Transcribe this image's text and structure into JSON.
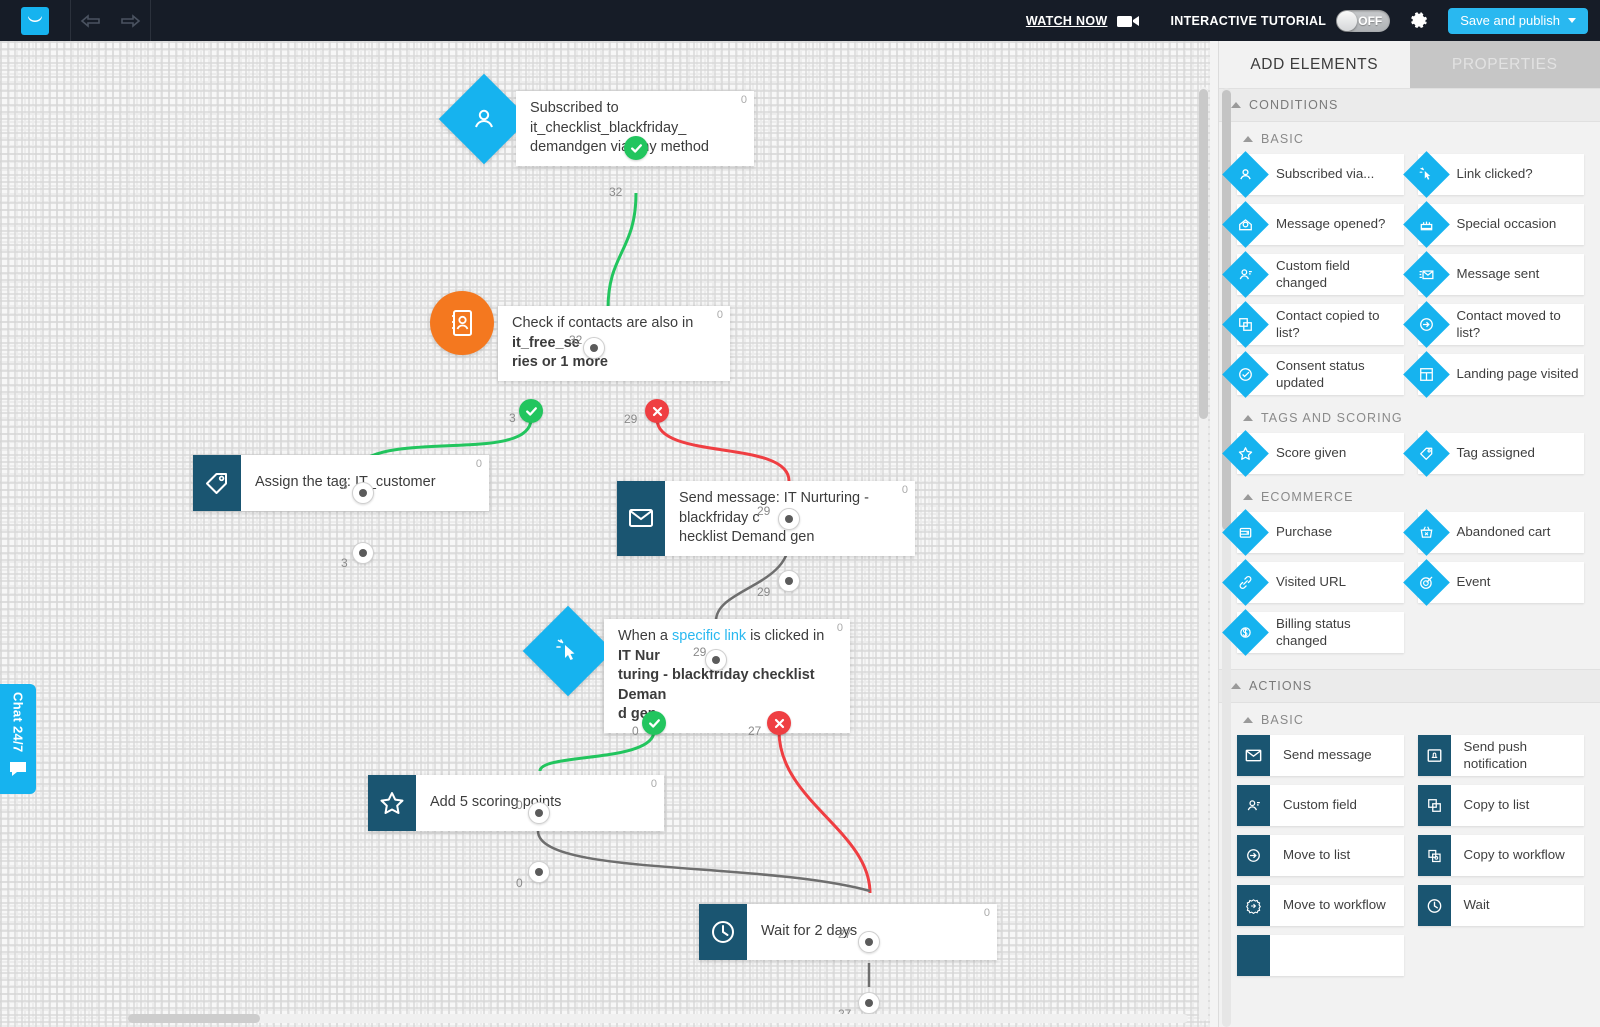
{
  "topbar": {
    "logo_name": "getresponse-logo",
    "back_icon": "arrow-left-icon",
    "forward_icon": "arrow-right-icon",
    "watch_now": "WATCH NOW",
    "video_icon": "video-camera-icon",
    "tutorial_label": "INTERACTIVE TUTORIAL",
    "toggle_state": "OFF",
    "gear_icon": "gear-icon",
    "publish_label": "Save and publish",
    "accent": "#29b8f0"
  },
  "chat": {
    "label": "Chat 24/7",
    "icon": "chat-bubble-icon"
  },
  "panel": {
    "tabs": [
      {
        "label": "ADD ELEMENTS",
        "active": true
      },
      {
        "label": "PROPERTIES",
        "active": false
      }
    ],
    "sections": [
      {
        "title": "CONDITIONS",
        "groups": [
          {
            "title": "BASIC",
            "shape": "diamond",
            "color": "#16b3ef",
            "items": [
              {
                "label": "Subscribed via...",
                "icon": "person-icon"
              },
              {
                "label": "Link clicked?",
                "icon": "cursor-click-icon"
              },
              {
                "label": "Message opened?",
                "icon": "open-envelope-icon"
              },
              {
                "label": "Special occasion",
                "icon": "cake-icon"
              },
              {
                "label": "Custom field changed",
                "icon": "person-field-icon"
              },
              {
                "label": "Message sent",
                "icon": "envelope-send-icon"
              },
              {
                "label": "Contact copied to list?",
                "icon": "copy-icon"
              },
              {
                "label": "Contact moved to list?",
                "icon": "arrow-circle-right-icon"
              },
              {
                "label": "Consent status updated",
                "icon": "check-circle-icon"
              },
              {
                "label": "Landing page visited",
                "icon": "layout-icon"
              }
            ]
          },
          {
            "title": "TAGS AND SCORING",
            "shape": "diamond",
            "color": "#16b3ef",
            "items": [
              {
                "label": "Score given",
                "icon": "star-icon"
              },
              {
                "label": "Tag assigned",
                "icon": "tag-icon"
              }
            ]
          },
          {
            "title": "ECOMMERCE",
            "shape": "diamond",
            "color": "#16b3ef",
            "items": [
              {
                "label": "Purchase",
                "icon": "wallet-icon"
              },
              {
                "label": "Abandoned cart",
                "icon": "basket-x-icon"
              },
              {
                "label": "Visited URL",
                "icon": "link-icon"
              },
              {
                "label": "Event",
                "icon": "target-icon"
              },
              {
                "label": "Billing status changed",
                "icon": "dollar-circle-icon"
              }
            ]
          }
        ]
      },
      {
        "title": "ACTIONS",
        "groups": [
          {
            "title": "BASIC",
            "shape": "square",
            "color": "#1a5571",
            "items": [
              {
                "label": "Send message",
                "icon": "envelope-icon"
              },
              {
                "label": "Send push notification",
                "icon": "push-bell-icon"
              },
              {
                "label": "Custom field",
                "icon": "person-field-icon"
              },
              {
                "label": "Copy to list",
                "icon": "copy-icon"
              },
              {
                "label": "Move to list",
                "icon": "arrow-circle-right-icon"
              },
              {
                "label": "Copy to workflow",
                "icon": "gear-copy-icon"
              },
              {
                "label": "Move to workflow",
                "icon": "gear-arrow-icon"
              },
              {
                "label": "Wait",
                "icon": "clock-icon"
              }
            ]
          }
        ]
      }
    ]
  },
  "workflow": {
    "nodes": [
      {
        "id": "n1",
        "text_plain": "Subscribed to it_checklist_blackfriday_demandgen via any method",
        "icon": "person-icon",
        "shape": "diamond",
        "color": "#16b3ef",
        "count": "0",
        "out_label": "32"
      },
      {
        "id": "n2",
        "text_plain": "Check if contacts are also in it_free_series or 1 more",
        "icon": "address-book-icon",
        "shape": "circle",
        "color": "#f4781f",
        "count": "0",
        "in_label": "32",
        "yes_label": "3",
        "no_label": "29"
      },
      {
        "id": "n3",
        "text_plain": "Assign the tag: IT_customer",
        "icon": "tag-icon",
        "shape": "square",
        "color": "#1a5571",
        "count": "0",
        "in_label": "3",
        "out_label": "3"
      },
      {
        "id": "n4",
        "text_plain": "Send message: IT Nurturing - blackfriday checklist Demand gen",
        "icon": "envelope-icon",
        "shape": "square",
        "color": "#1a5571",
        "count": "0",
        "in_label": "29",
        "out_label": "29"
      },
      {
        "id": "n5",
        "text_plain": "When a specific link is clicked in IT Nurturing - blackfriday checklist Demand gen",
        "icon": "cursor-click-icon",
        "shape": "diamond",
        "color": "#16b3ef",
        "count": "0",
        "in_label": "29",
        "yes_label": "0",
        "no_label": "27"
      },
      {
        "id": "n6",
        "text_plain": "Add 5 scoring points",
        "icon": "star-icon",
        "shape": "square",
        "color": "#1a5571",
        "count": "0",
        "in_label": "0",
        "out_label": "0"
      },
      {
        "id": "n7",
        "text_plain": "Wait for 2 days",
        "icon": "clock-icon",
        "shape": "square",
        "color": "#1a5571",
        "count": "0",
        "in_label": "27",
        "out_label": "27"
      }
    ],
    "edge_colors": {
      "yes": "#22c55e",
      "no": "#ef3e42",
      "neutral": "#6e6e6e"
    }
  }
}
